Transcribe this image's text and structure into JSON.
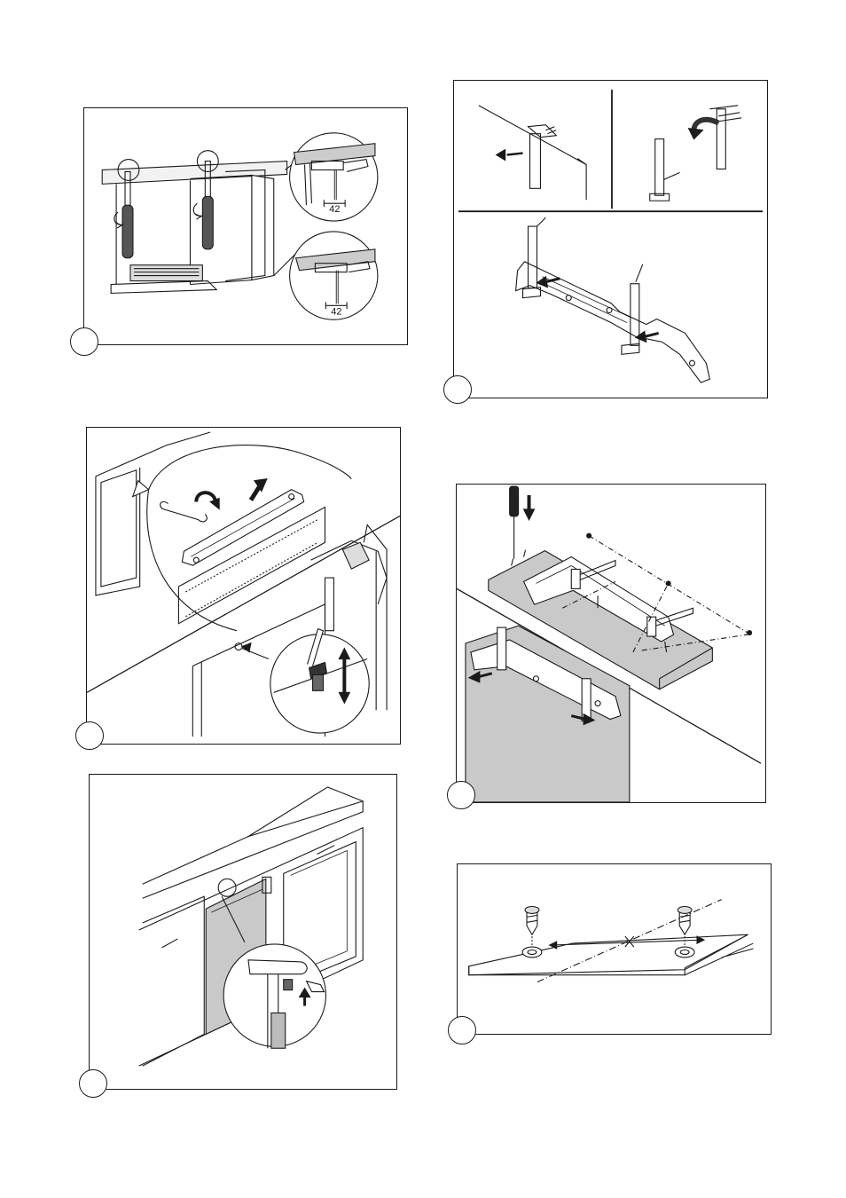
{
  "colors": {
    "line": "#1a1a1a",
    "shade": "#c9c9c9",
    "light": "#e6e6e6"
  },
  "panels": [
    {
      "id": "p1",
      "step": "",
      "dimension_top": "42",
      "dimension_bottom": "42"
    },
    {
      "id": "p2",
      "step": ""
    },
    {
      "id": "p3",
      "step": ""
    },
    {
      "id": "p4",
      "step": ""
    },
    {
      "id": "p5",
      "step": ""
    },
    {
      "id": "p6",
      "step": ""
    }
  ]
}
